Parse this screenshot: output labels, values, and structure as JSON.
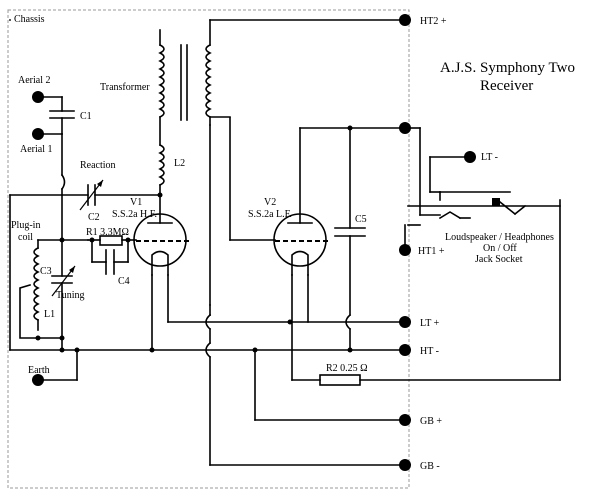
{
  "title": {
    "line1": "A.J.S.  Symphony Two",
    "line2": "Receiver"
  },
  "labels": {
    "chassis": "Chassis",
    "aerial2": "Aerial 2",
    "aerial1": "Aerial 1",
    "c1": "C1",
    "transformer": "Transformer",
    "reaction": "Reaction",
    "l2": "L2",
    "c2": "C2",
    "v1": "V1",
    "v1_type": "S.S.2a H.F.",
    "plugin1": "Plug-in",
    "plugin2": "coil",
    "r1": "R1 3.3MΩ",
    "c3": "C3",
    "c4": "C4",
    "tuning": "Tuning",
    "l1": "L1",
    "v2": "V2",
    "v2_type": "S.S.2a L.F.",
    "c5": "C5",
    "earth": "Earth",
    "r2": "R2 0.25 Ω",
    "ht2": "HT2 +",
    "lt_minus": "LT -",
    "ht1": "HT1 +",
    "lt_plus": "LT +",
    "ht_minus": "HT -",
    "gb_plus": "GB +",
    "gb_minus": "GB -",
    "jack1": "Loudspeaker / Headphones",
    "jack2": "On / Off",
    "jack3": "Jack Socket"
  }
}
